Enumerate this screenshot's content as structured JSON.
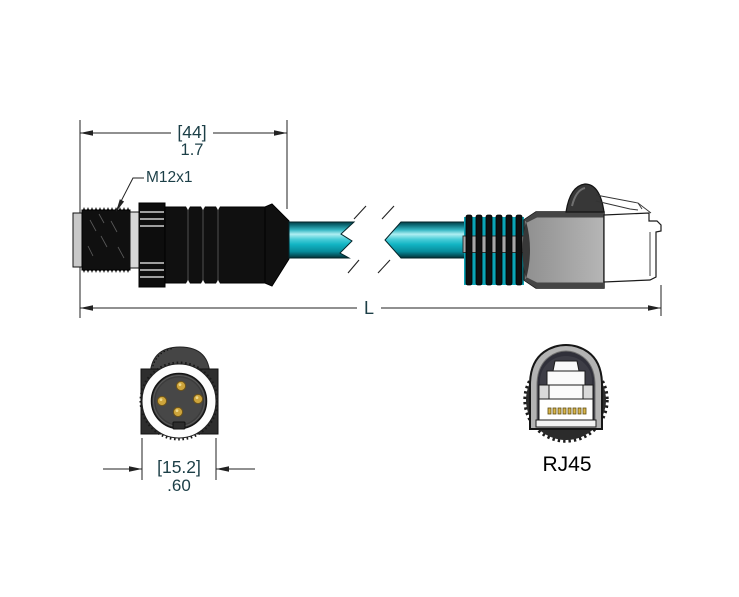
{
  "annotations": {
    "connector_length_dim": {
      "metric": "[44]",
      "inches": "1.7"
    },
    "thread_callout": "M12x1",
    "overall_length_dim": "L",
    "m12_diameter_dim": {
      "metric": "[15.2]",
      "inches": ".60"
    },
    "rj45_label": "RJ45"
  },
  "colors": {
    "background": "#ffffff",
    "drawing_line": "#222222",
    "dim_text": "#1c3f47",
    "connector_black": "#101010",
    "cable_teal": "#0ba4b5",
    "cable_highlight": "#aeeef2",
    "housing_gray": "#a2a2a2",
    "boot_band_gray": "#a8a8a8",
    "latch_dark_gray": "#3a3a3a",
    "pin_gold": "#cda43b",
    "contact_gold": "#d9b64a"
  }
}
